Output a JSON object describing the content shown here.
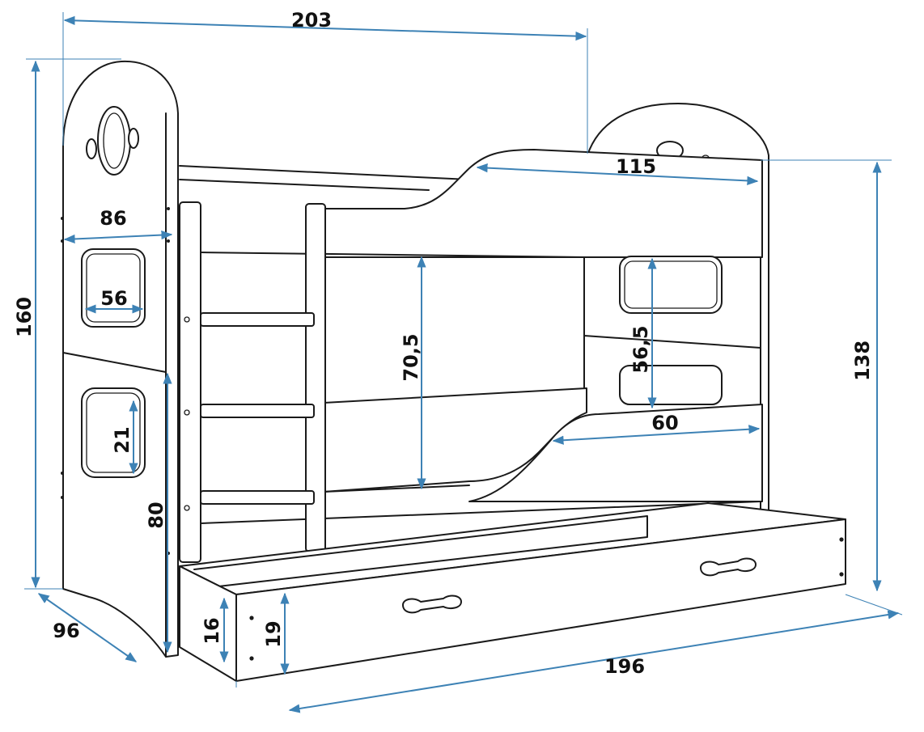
{
  "colors": {
    "dimension_line": "#3d82b5",
    "outline": "#1a1a1a",
    "background": "#ffffff"
  },
  "dimensions": {
    "overall_length": "203",
    "upper_opening": "115",
    "end_panel_width": "86",
    "overall_height": "160",
    "window_width": "56",
    "height_between_beds": "70,5",
    "rail_height": "56,5",
    "right_height": "138",
    "window_height": "21",
    "lower_opening": "60",
    "lower_bed_height": "80",
    "depth": "96",
    "drawer_inner_height": "16",
    "drawer_front_height": "19",
    "drawer_length": "196"
  }
}
